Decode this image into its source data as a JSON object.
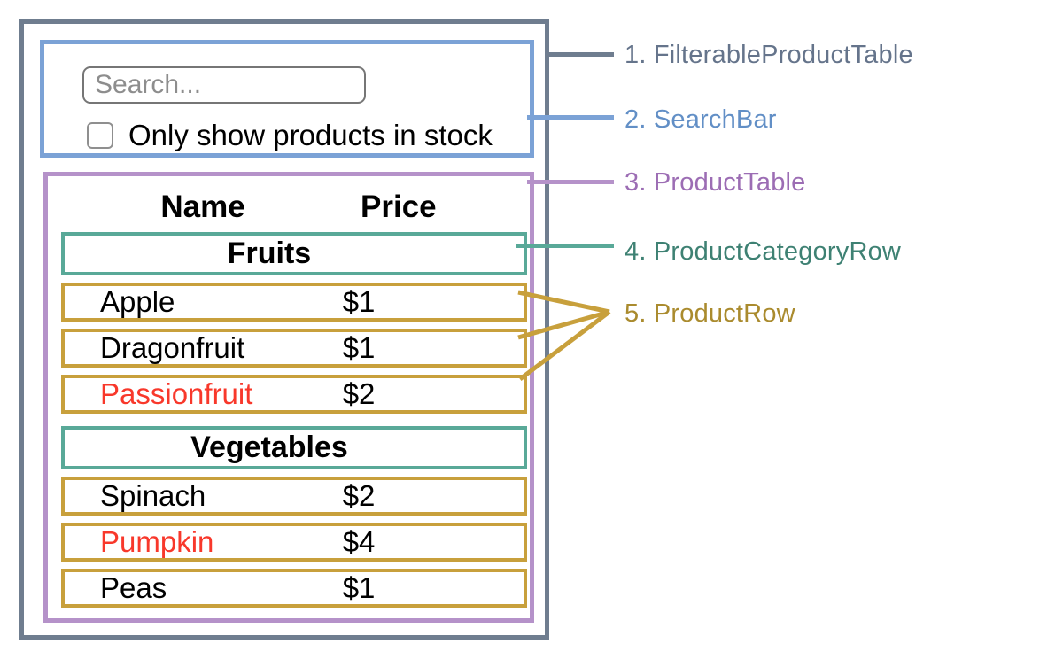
{
  "colors": {
    "filterable_product_table": "#6f7d8f",
    "search_bar": "#7ba2d6",
    "product_table": "#b592c9",
    "product_category_row": "#59a998",
    "product_row": "#c8a03c",
    "out_of_stock_text": "#f8382b"
  },
  "app": {
    "search": {
      "placeholder": "Search...",
      "value": "",
      "checkbox_checked": false,
      "checkbox_label": "Only show products in stock"
    },
    "table": {
      "headers": {
        "name": "Name",
        "price": "Price"
      },
      "sections": [
        {
          "category": "Fruits",
          "rows": [
            {
              "name": "Apple",
              "price": "$1",
              "out_of_stock": false
            },
            {
              "name": "Dragonfruit",
              "price": "$1",
              "out_of_stock": false
            },
            {
              "name": "Passionfruit",
              "price": "$2",
              "out_of_stock": true
            }
          ]
        },
        {
          "category": "Vegetables",
          "rows": [
            {
              "name": "Spinach",
              "price": "$2",
              "out_of_stock": false
            },
            {
              "name": "Pumpkin",
              "price": "$4",
              "out_of_stock": true
            },
            {
              "name": "Peas",
              "price": "$1",
              "out_of_stock": false
            }
          ]
        }
      ]
    }
  },
  "annotations": [
    {
      "text": "1. FilterableProductTable",
      "color": "#65748b"
    },
    {
      "text": "2. SearchBar",
      "color": "#628fc6"
    },
    {
      "text": "3. ProductTable",
      "color": "#9c6db4"
    },
    {
      "text": "4. ProductCategoryRow",
      "color": "#3e8173"
    },
    {
      "text": "5. ProductRow",
      "color": "#aa8b2e"
    }
  ]
}
